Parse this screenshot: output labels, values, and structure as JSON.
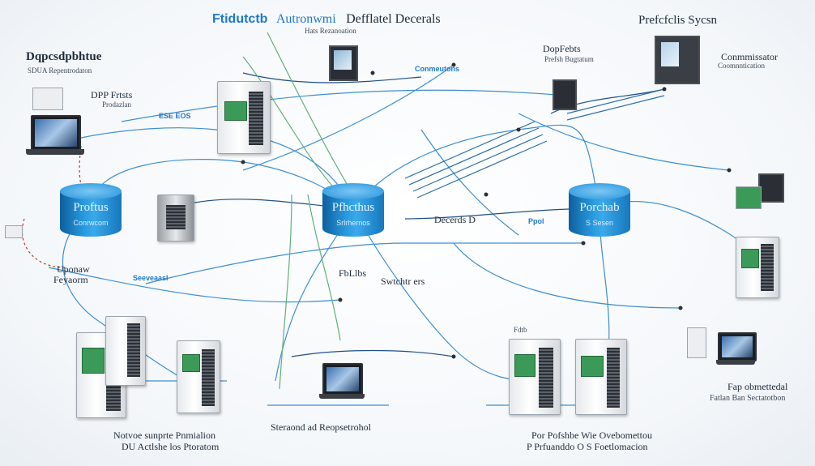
{
  "title": {
    "blue": "Ftidutctb",
    "main": "Autronwmi",
    "right": "Defflatel Decerals",
    "sub": "Hats Rezanoation"
  },
  "labels": {
    "dpcsdpbhtue": "Dqpcsdpbhtue",
    "dpcsd_sub": "SDUA Repentrodaton",
    "dpp_frtsts": "DPP Frtsts",
    "dpp_sub": "Prodazlan",
    "ese_blue": "ESE EOS",
    "dopfebts": "DopFebts",
    "dopfebts_sub": "Prefsh Bugtatum",
    "conmeutons_blue": "Conmeutons",
    "prefcfclis": "Prefcfclis Sycsn",
    "conmmissator": "Conmmissator",
    "conmmissator_sub": "Coomnntication",
    "uponaw": "Uponaw",
    "feyaorm": "Feyaorm",
    "small_blue_left": "Seeveaasl",
    "decerds": "Decerds D",
    "fbl": "FbLlbs",
    "swtchtr": "Swtchtr ers",
    "fdtb": "Fdtb",
    "ppol": "Ppol",
    "bottom_left": "Notvoe sunprte Pnmialion",
    "bottom_left_sub": "DU Actlshe los Ptoratom",
    "bottom_mid": "Steraond ad Reopsetrohol",
    "bottom_right": "Por Pofshbe Wie Ovebomettou",
    "bottom_right_sub": "P Prfuanddo O S Foetlomacion",
    "right_bottom": "Fap obmettedal",
    "right_bottom_sub": "Fatlan Ban Sectatotbon"
  },
  "cylinders": [
    {
      "name": "Proftus",
      "sub": "Conrwcom"
    },
    {
      "name": "Pfhcthus",
      "sub": "Srlrhernos"
    },
    {
      "name": "Porchab",
      "sub": "S Sesen"
    }
  ],
  "colors": {
    "wire_blue": "#3d8fd0",
    "wire_navy": "#1f4f86",
    "wire_green": "#5fb07a",
    "wire_red": "#c0392b",
    "cylinder": "#2a9be0"
  }
}
